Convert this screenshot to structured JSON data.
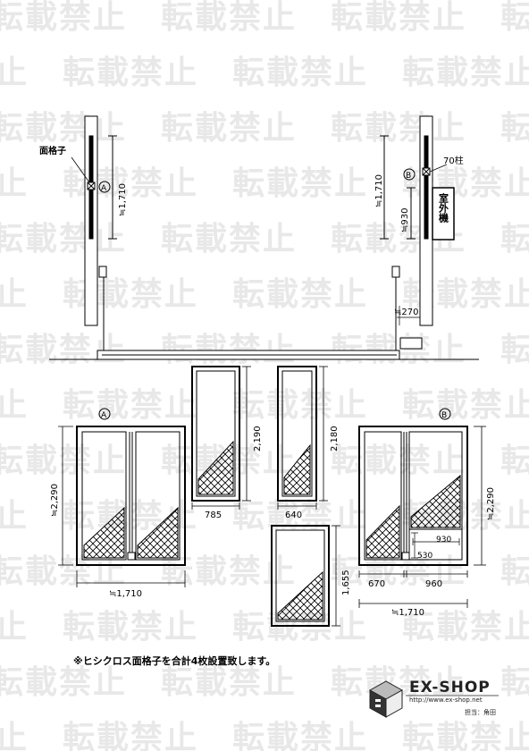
{
  "watermark": {
    "text": "転載禁止"
  },
  "labels": {
    "lattice_callout": "面格子",
    "post_callout": "70柱",
    "outdoor_unit": "室外機",
    "marker_a": "A",
    "marker_b": "B"
  },
  "dimensions": {
    "left_height": "≒1,710",
    "right_height": "≒1,710",
    "right_unit_height": "≒930",
    "offset_270": "≒270",
    "panel_a_height": "≒2,290",
    "panel_a_width": "≒1,710",
    "door1_height": "2,190",
    "door1_width": "785",
    "door2_height": "2,180",
    "door2_width": "640",
    "panel_small_height": "1,655",
    "panel_b_height": "≒2,290",
    "panel_b_width": "≒1,710",
    "panel_b_left": "670",
    "panel_b_right": "960",
    "panel_b_inner_930": "930",
    "panel_b_inner_530": "530"
  },
  "note": "※ヒシクロス面格子を合計4枚設置致します。",
  "logo": {
    "brand": "EX-SHOP",
    "url": "http://www.ex-shop.net",
    "staff": "担当：角田"
  }
}
